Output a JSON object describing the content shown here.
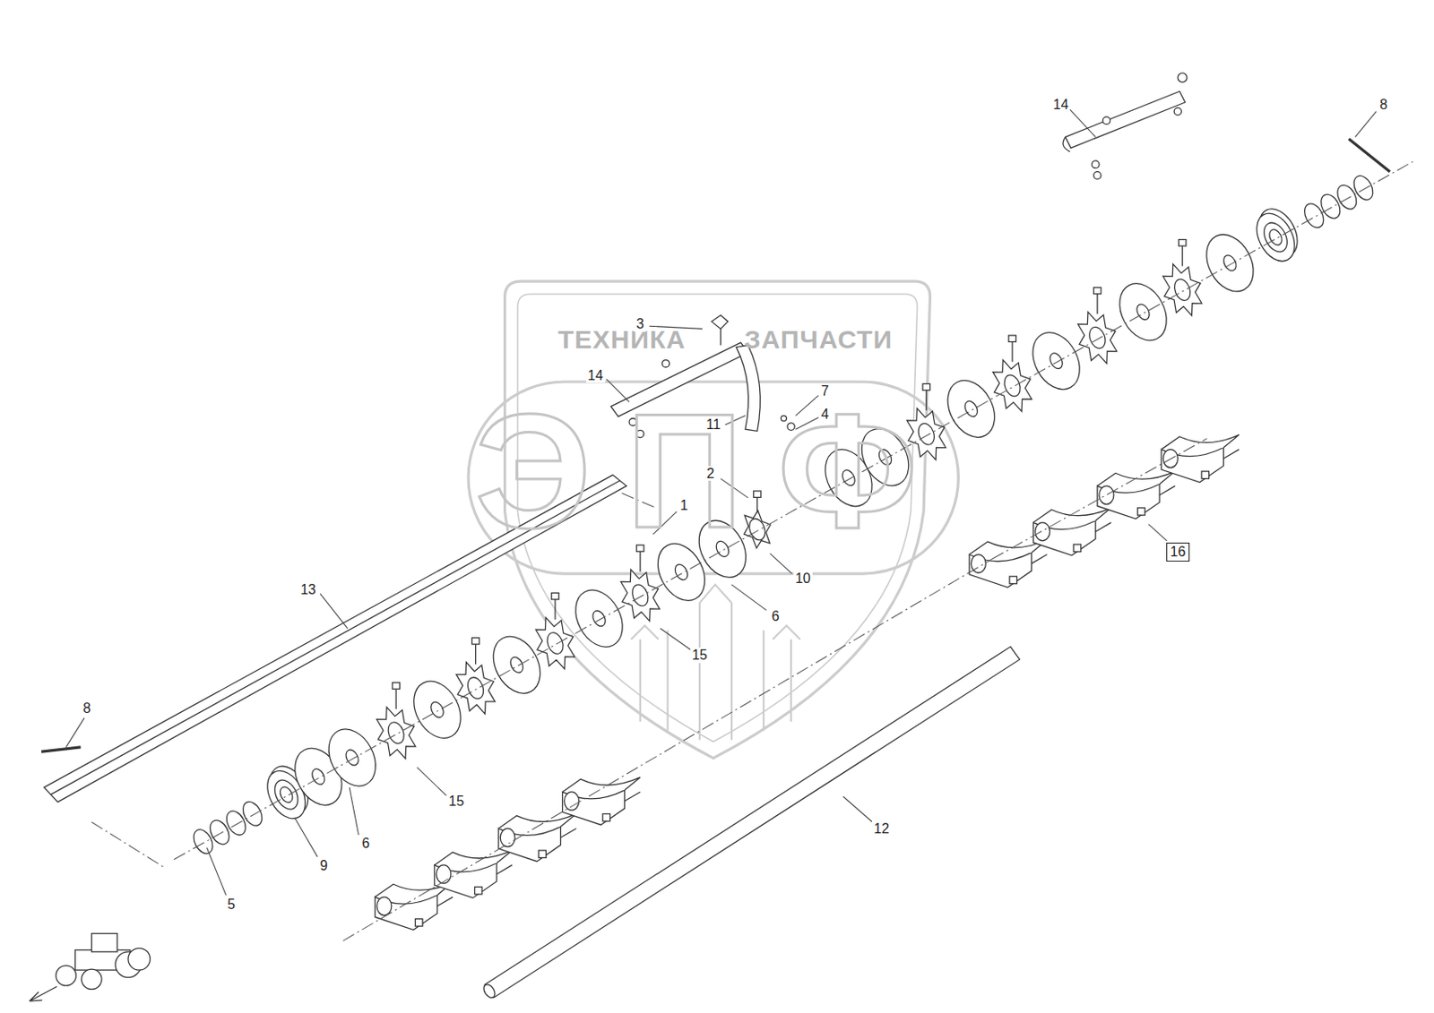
{
  "diagram": {
    "nodes": [
      {
        "text": [
          "16"
        ]
      }
    ],
    "labels": [
      "14",
      "8",
      "ТЕХНИКА",
      "ЗАПЧАСТИ",
      "3",
      "14",
      "7",
      "11",
      "4",
      "ЭПФ",
      "2",
      "1",
      "13",
      "10",
      "6",
      "15",
      "8",
      "15",
      "6",
      "9",
      "5",
      "12"
    ]
  }
}
